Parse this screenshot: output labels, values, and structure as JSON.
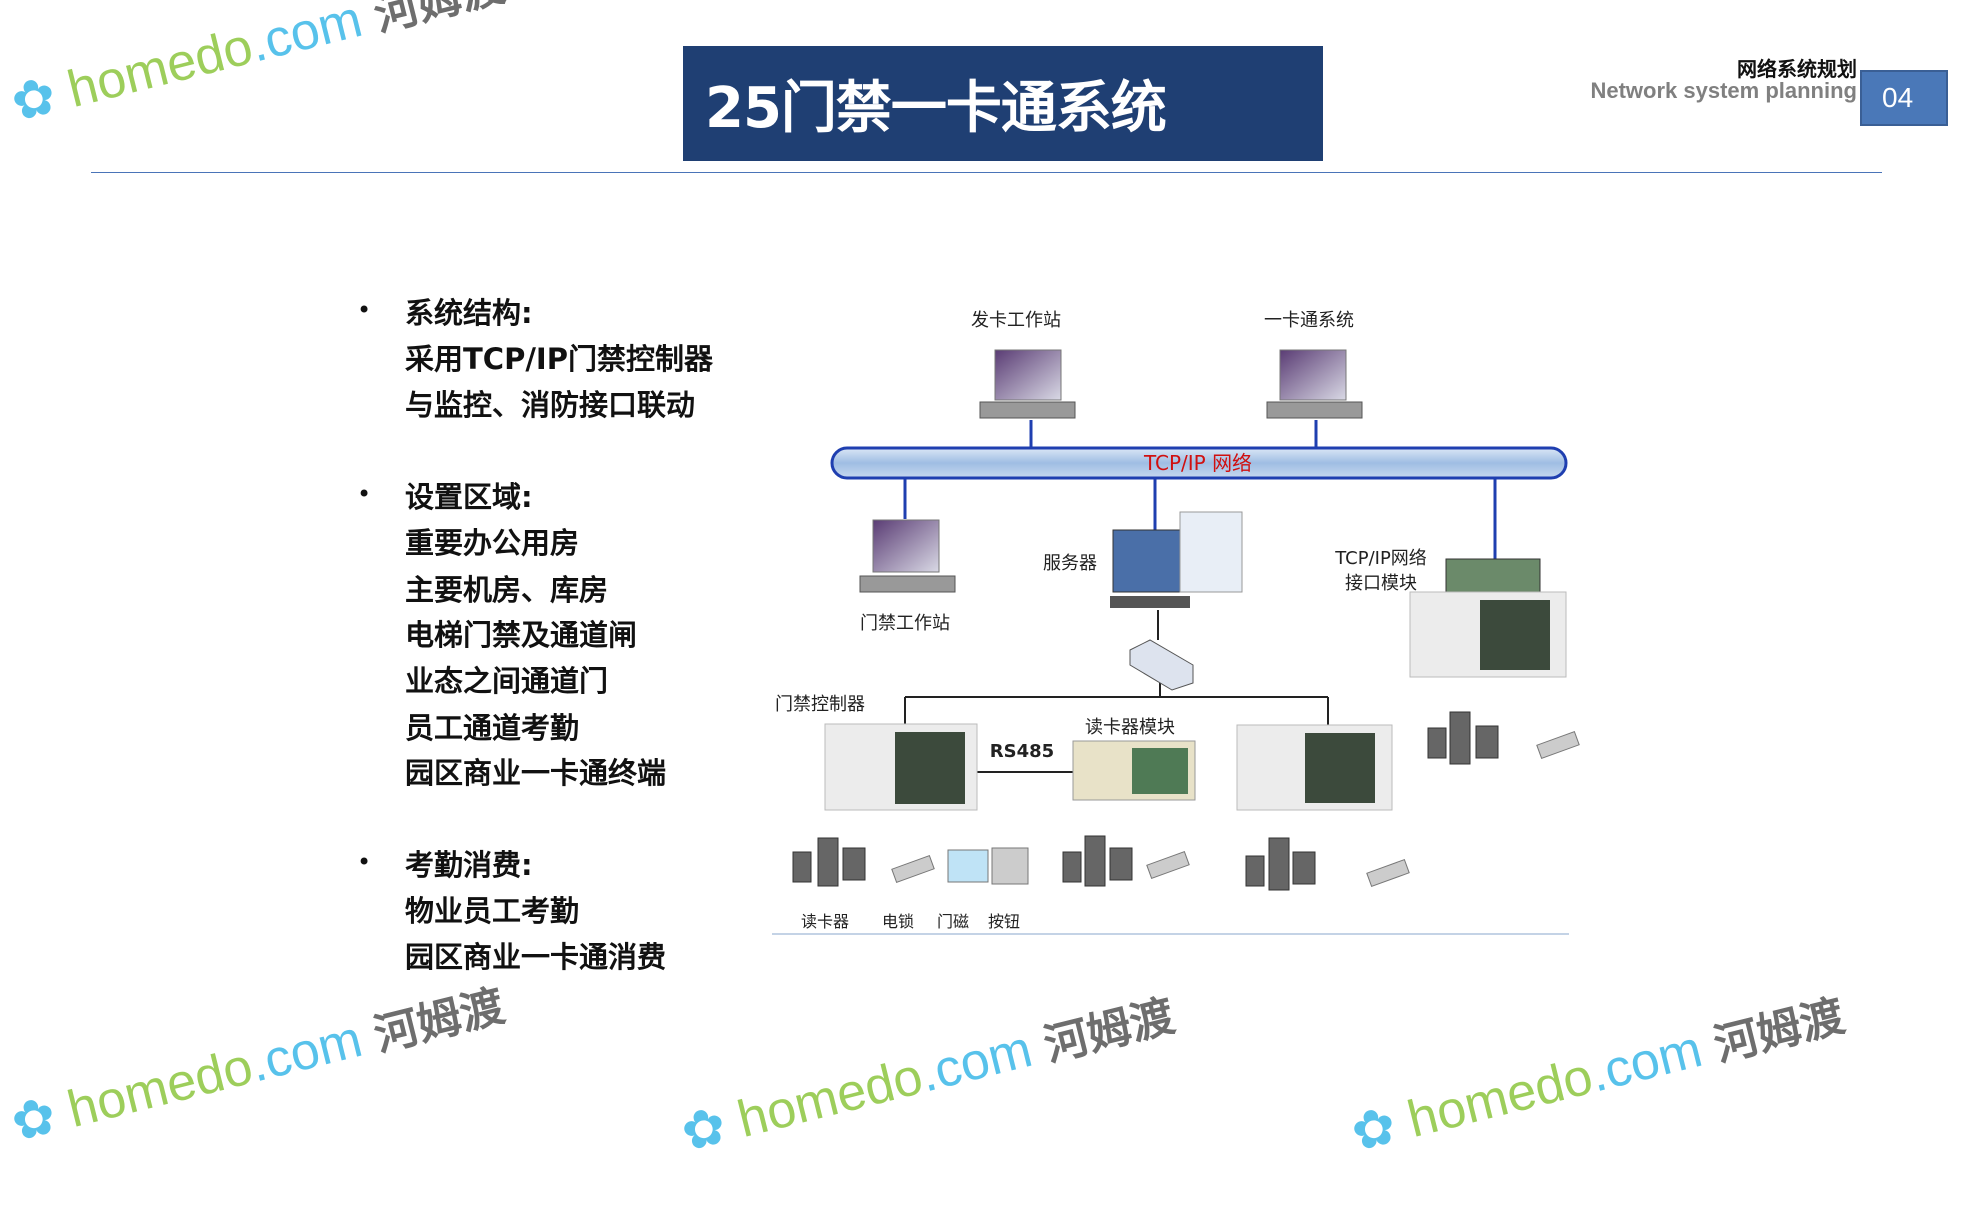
{
  "header": {
    "title": "25门禁一卡通系统",
    "section_cn": "网络系统规划",
    "section_en": "Network system planning",
    "page_number": "04"
  },
  "bullets": [
    {
      "heading": "系统结构:",
      "lines": [
        "采用TCP/IP门禁控制器",
        "与监控、消防接口联动"
      ]
    },
    {
      "heading": "设置区域:",
      "lines": [
        "重要办公用房",
        "主要机房、库房",
        "电梯门禁及通道闸",
        "业态之间通道门",
        "员工通道考勤",
        "园区商业一卡通终端"
      ]
    },
    {
      "heading": "考勤消费:",
      "lines": [
        "物业员工考勤",
        "园区商业一卡通消费"
      ]
    }
  ],
  "diagram": {
    "card_issuing_station": "发卡工作站",
    "one_card_system": "一卡通系统",
    "network": "TCP/IP 网络",
    "access_workstation": "门禁工作站",
    "server": "服务器",
    "interface_module": [
      "TCP/IP网络",
      "接口模块"
    ],
    "access_controller": "门禁控制器",
    "rs485": "RS485",
    "reader_module": "读卡器模块",
    "devices": [
      "读卡器",
      "电锁",
      "门磁",
      "按钮"
    ]
  },
  "watermark": {
    "brand": "homedo",
    "domain": ".com",
    "cn": "河姆渡"
  }
}
